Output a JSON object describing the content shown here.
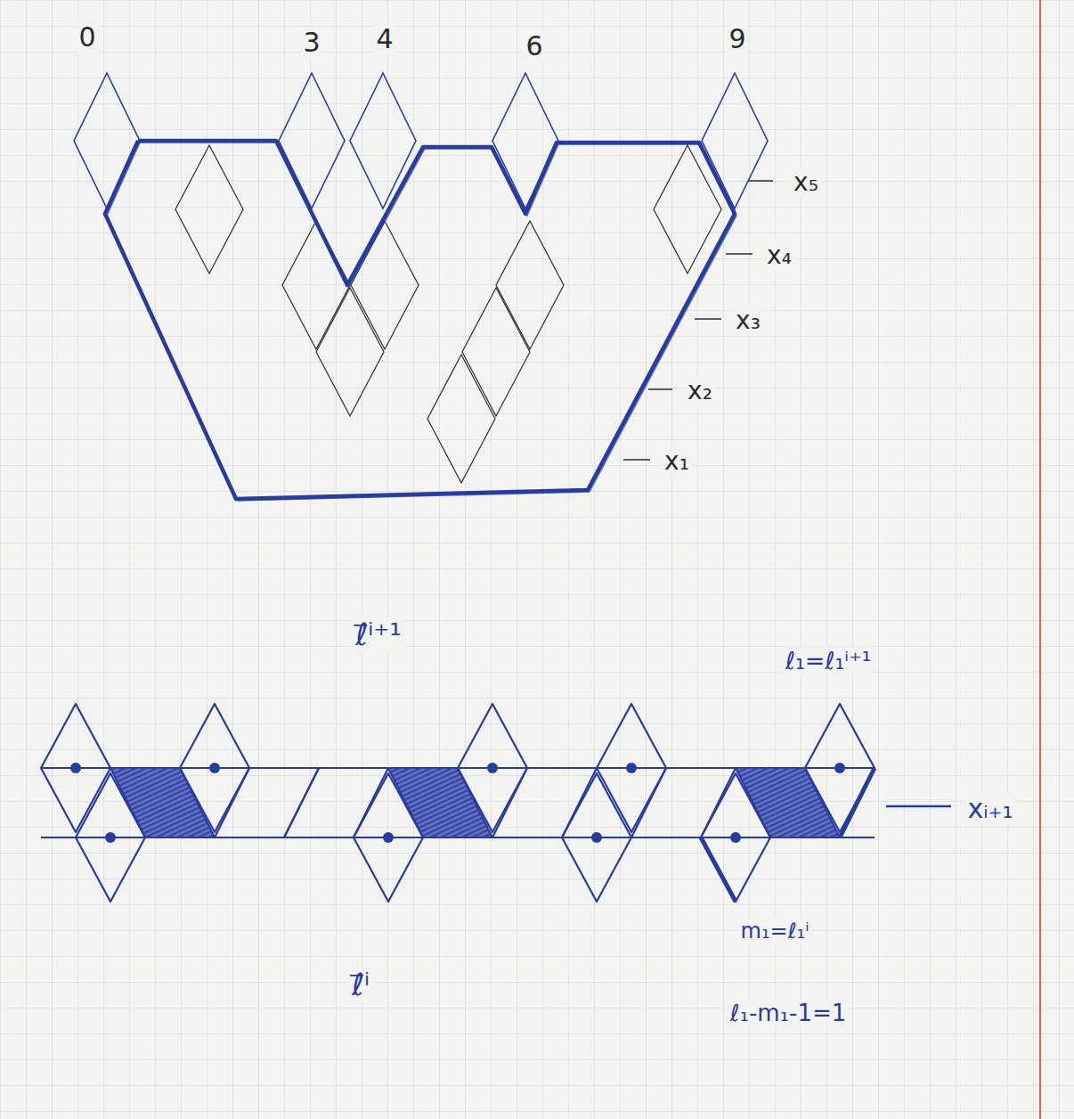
{
  "diagram": {
    "labels": [
      "0",
      "3",
      "4",
      "6",
      "9",
      "x₅",
      "x₄",
      "x₃",
      "x₂",
      "x₁",
      "ℓ⃗ⁱ⁺¹",
      "ℓ₁=ℓ₁ⁱ⁺¹",
      "xᵢ₊₁",
      "m₁=ℓ₁ⁱ",
      "ℓ⃗ⁱ",
      "ℓ₁-m₁-1=1"
    ]
  }
}
